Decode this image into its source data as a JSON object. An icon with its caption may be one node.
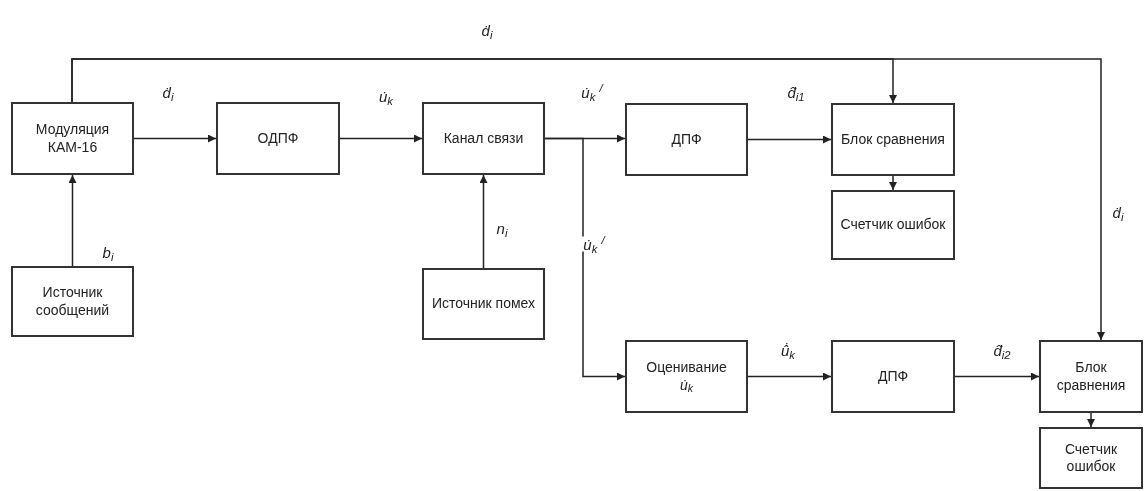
{
  "diagram": {
    "nodes": [
      {
        "text": [
          "Модуляция КАМ-16"
        ]
      },
      {
        "text": [
          "ОДПФ"
        ]
      },
      {
        "text": [
          "Канал связи"
        ]
      },
      {
        "text": [
          "ДПФ"
        ]
      },
      {
        "text": [
          "Блок сравнения"
        ]
      },
      {
        "text": [
          "Счетчик ошибок"
        ]
      },
      {
        "text": [
          "Источник сообщений"
        ]
      },
      {
        "text": [
          "Источник помех"
        ]
      },
      {
        "text": [
          "Оценивание",
          "u̇$_{k}$"
        ]
      },
      {
        "text": [
          "ДПФ"
        ]
      },
      {
        "text": [
          "Блок сравнения"
        ]
      },
      {
        "text": [
          "Счетчик ошибок"
        ]
      }
    ],
    "edges": [
      {
        "from": 0,
        "to": 1,
        "arrow": "to",
        "label": "ḋ$_{i}$"
      },
      {
        "from": 1,
        "to": 2,
        "arrow": "to",
        "label": "u̇$_{k}$"
      },
      {
        "from": 2,
        "to": 3,
        "arrow": "to",
        "label": "u̇$_{k}$ $^{/}$"
      },
      {
        "from": 2,
        "to": 8,
        "arrow": "to",
        "label": "u̇$_{k}$ $^{/}$"
      },
      {
        "from": 3,
        "to": 4,
        "arrow": "to",
        "label": "d̂̇$_{i1}$"
      },
      {
        "from": 4,
        "to": 5,
        "arrow": "to"
      },
      {
        "from": 0,
        "to": 4,
        "arrow": "to",
        "label": "ḋ$_{i}$"
      },
      {
        "from": 0,
        "to": 10,
        "arrow": "to",
        "label": "ḋ$_{i}$"
      },
      {
        "from": 6,
        "to": 0,
        "arrow": "to",
        "label": "b$_{i}$"
      },
      {
        "from": 7,
        "to": 2,
        "arrow": "to",
        "label": "n$_{i}$"
      },
      {
        "from": 8,
        "to": 9,
        "arrow": "to",
        "label": "û̇$_{k}$"
      },
      {
        "from": 9,
        "to": 10,
        "arrow": "to",
        "label": "d̂̇$_{i2}$"
      },
      {
        "from": 10,
        "to": 11,
        "arrow": "to"
      }
    ]
  }
}
